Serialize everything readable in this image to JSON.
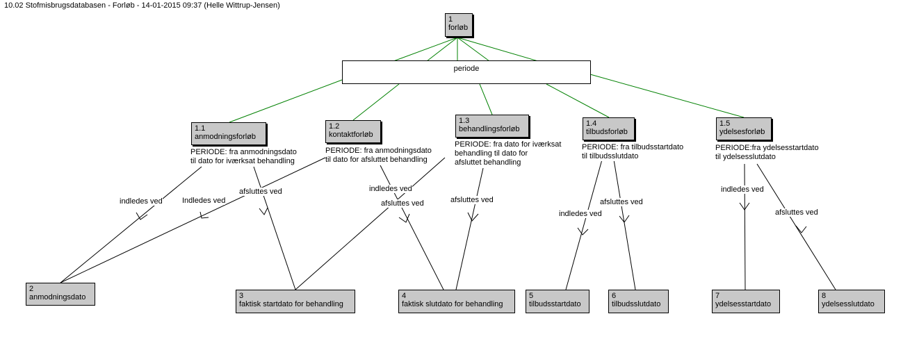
{
  "title": "10.02 Stofmisbrugsdatabasen - Forløb - 14-01-2015 09:37 (Helle Wittrup-Jensen)",
  "colors": {
    "box_fill": "#c8c8c8",
    "link_green": "#008000",
    "line": "#000000"
  },
  "root": {
    "num": "1",
    "name": "forløb"
  },
  "period_label": "periode",
  "children": [
    {
      "num": "1.1",
      "name": "anmodningsforløb",
      "note1": "PERIODE: fra anmodningsdato",
      "note2": "til dato for iværksat behandling",
      "note3": ""
    },
    {
      "num": "1.2",
      "name": "kontaktforløb",
      "note1": "PERIODE: fra anmodningsdato",
      "note2": "til dato for afsluttet behandling",
      "note3": ""
    },
    {
      "num": "1.3",
      "name": "behandlingsforløb",
      "note1": "PERIODE: fra dato for iværksat",
      "note2": "behandling til dato for",
      "note3": "afsluttet behandling"
    },
    {
      "num": "1.4",
      "name": "tilbudsforløb",
      "note1": "PERIODE: fra tilbudsstartdato",
      "note2": "til tilbudsslutdato",
      "note3": ""
    },
    {
      "num": "1.5",
      "name": "ydelsesforløb",
      "note1": "PERIODE:fra ydelsesstartdato",
      "note2": "til ydelsesslutdato",
      "note3": ""
    }
  ],
  "targets": [
    {
      "num": "2",
      "name": "anmodningsdato"
    },
    {
      "num": "3",
      "name": "faktisk startdato for behandling"
    },
    {
      "num": "4",
      "name": "faktisk slutdato for behandling"
    },
    {
      "num": "5",
      "name": "tilbudsstartdato"
    },
    {
      "num": "6",
      "name": "tilbudsslutdato"
    },
    {
      "num": "7",
      "name": "ydelsesstartdato"
    },
    {
      "num": "8",
      "name": "ydelsesslutdato"
    }
  ],
  "relations": [
    {
      "label": "indledes ved"
    },
    {
      "label": "Indledes ved"
    },
    {
      "label": "afsluttes ved"
    },
    {
      "label": "indledes ved"
    },
    {
      "label": "afsluttes ved"
    },
    {
      "label": "afsluttes ved"
    },
    {
      "label": "indledes ved"
    },
    {
      "label": "afsluttes ved"
    },
    {
      "label": "indledes ved"
    },
    {
      "label": "afsluttes ved"
    }
  ]
}
